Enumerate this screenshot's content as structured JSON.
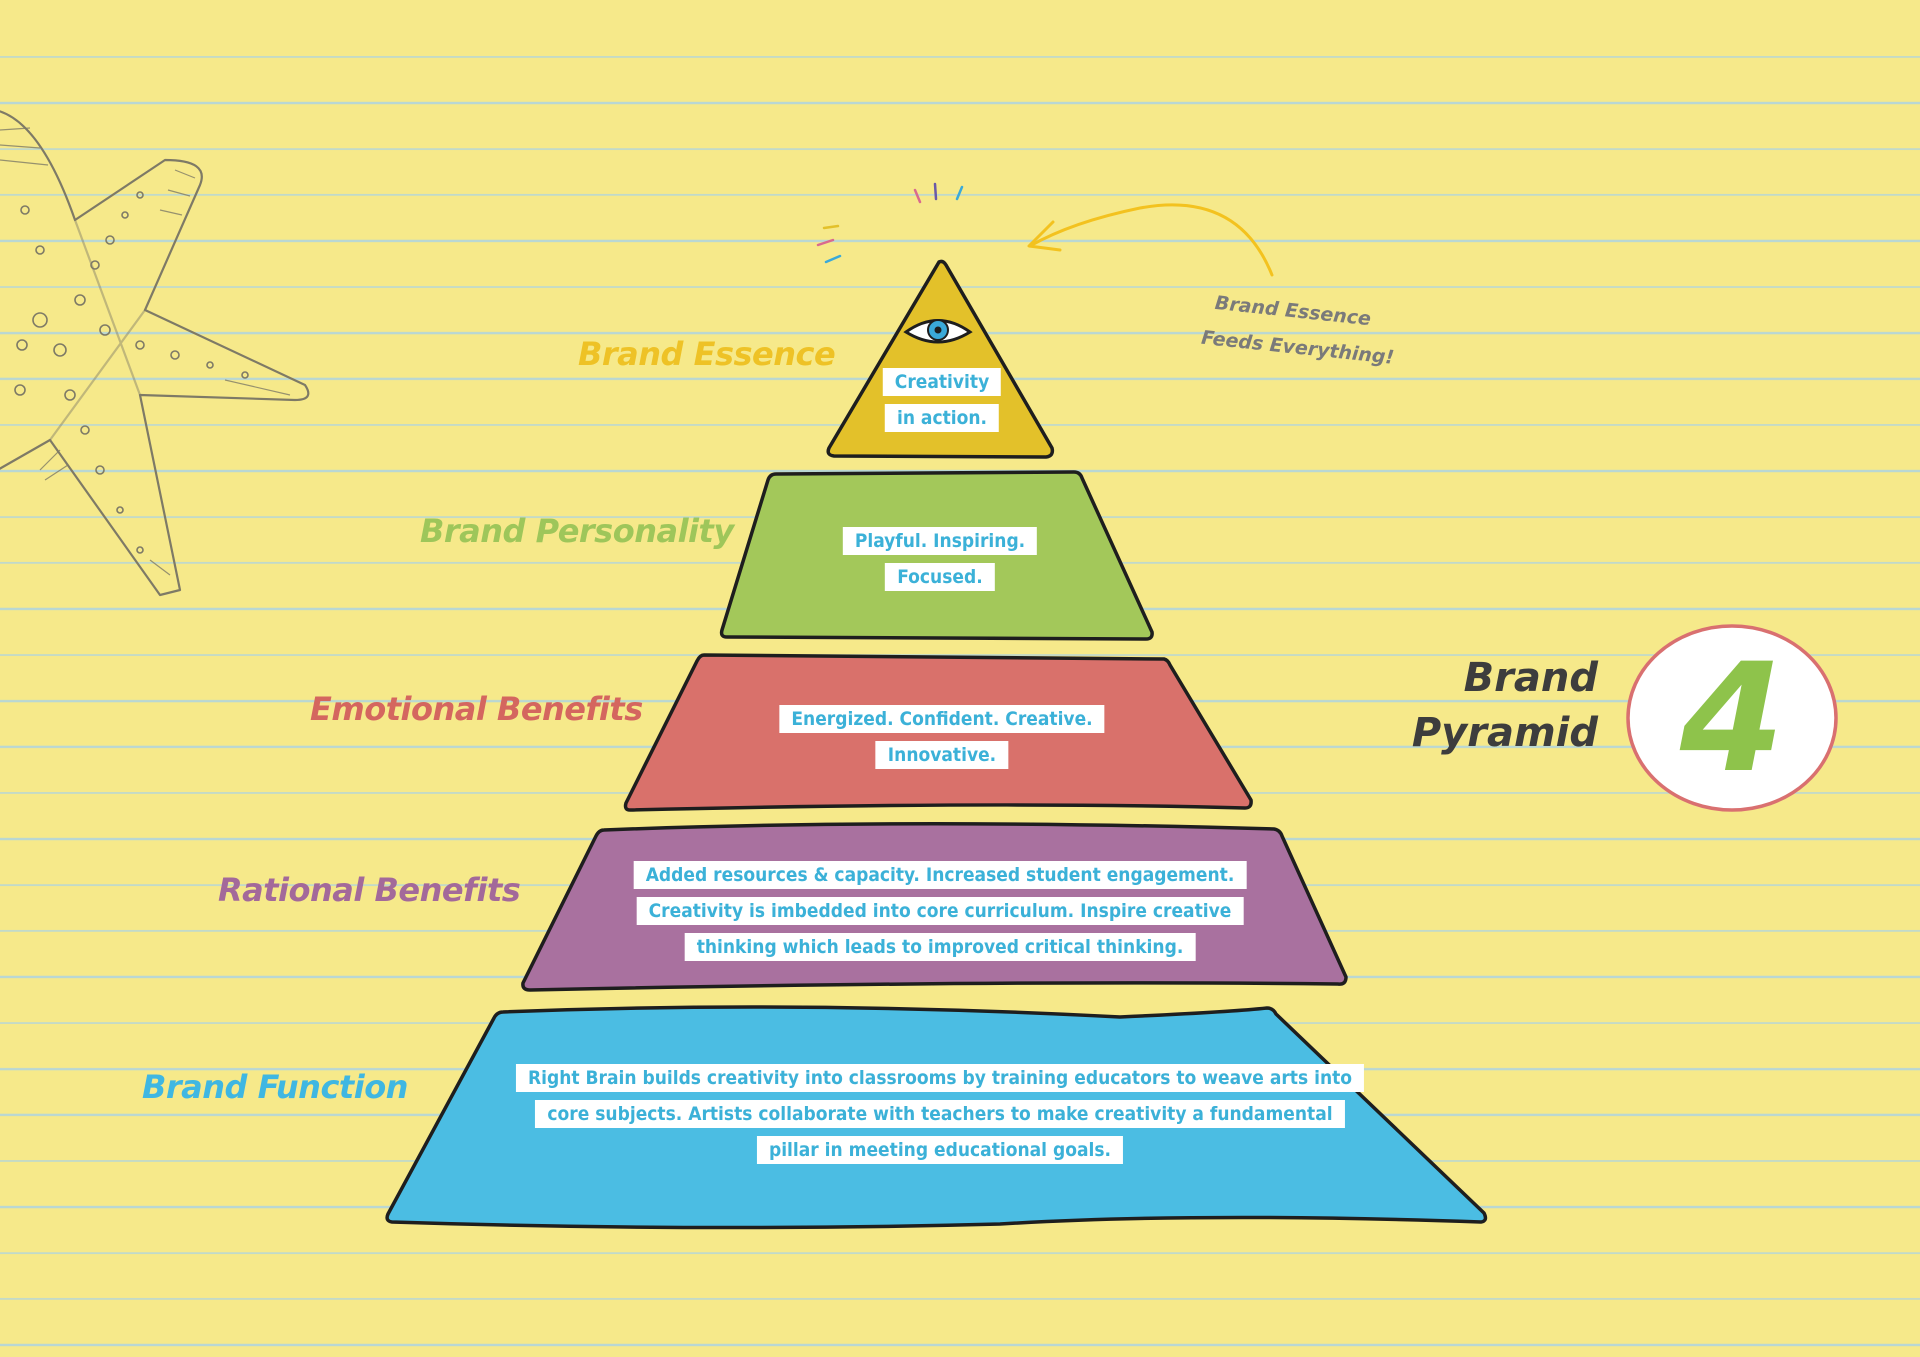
{
  "title": {
    "line1": "Brand",
    "line2": "Pyramid"
  },
  "badge": {
    "number": "4",
    "ring_color": "#d97070",
    "number_color": "#8ec34b"
  },
  "annotation": {
    "line1": "Brand Essence",
    "line2": "Feeds Everything!"
  },
  "tiers": [
    {
      "label": "Brand Essence",
      "color": "#e3c12a",
      "label_color": "#eec226",
      "text": [
        "Creativity",
        "in action."
      ]
    },
    {
      "label": "Brand Personality",
      "color": "#a3c85a",
      "label_color": "#9ec65a",
      "text": [
        "Playful. Inspiring.",
        "Focused."
      ]
    },
    {
      "label": "Emotional Benefits",
      "color": "#d9716b",
      "label_color": "#d4665f",
      "text": [
        "Energized. Confident. Creative.",
        "Innovative."
      ]
    },
    {
      "label": "Rational Benefits",
      "color": "#a9719f",
      "label_color": "#a3699a",
      "text": [
        "Added resources & capacity. Increased student engagement.",
        "Creativity is imbedded into core curriculum. Inspire creative",
        "thinking which leads to improved critical thinking."
      ]
    },
    {
      "label": "Brand Function",
      "color": "#4bbde3",
      "label_color": "#3fb7e2",
      "text": [
        "Right Brain builds creativity into classrooms by training educators to weave arts into",
        "core subjects. Artists collaborate with teachers to make creativity a fundamental",
        "pillar in meeting educational goals."
      ]
    }
  ],
  "icons": {
    "apex": "eye-icon",
    "decoration": "star-doodle-icon",
    "arrow": "curved-arrow-icon"
  }
}
